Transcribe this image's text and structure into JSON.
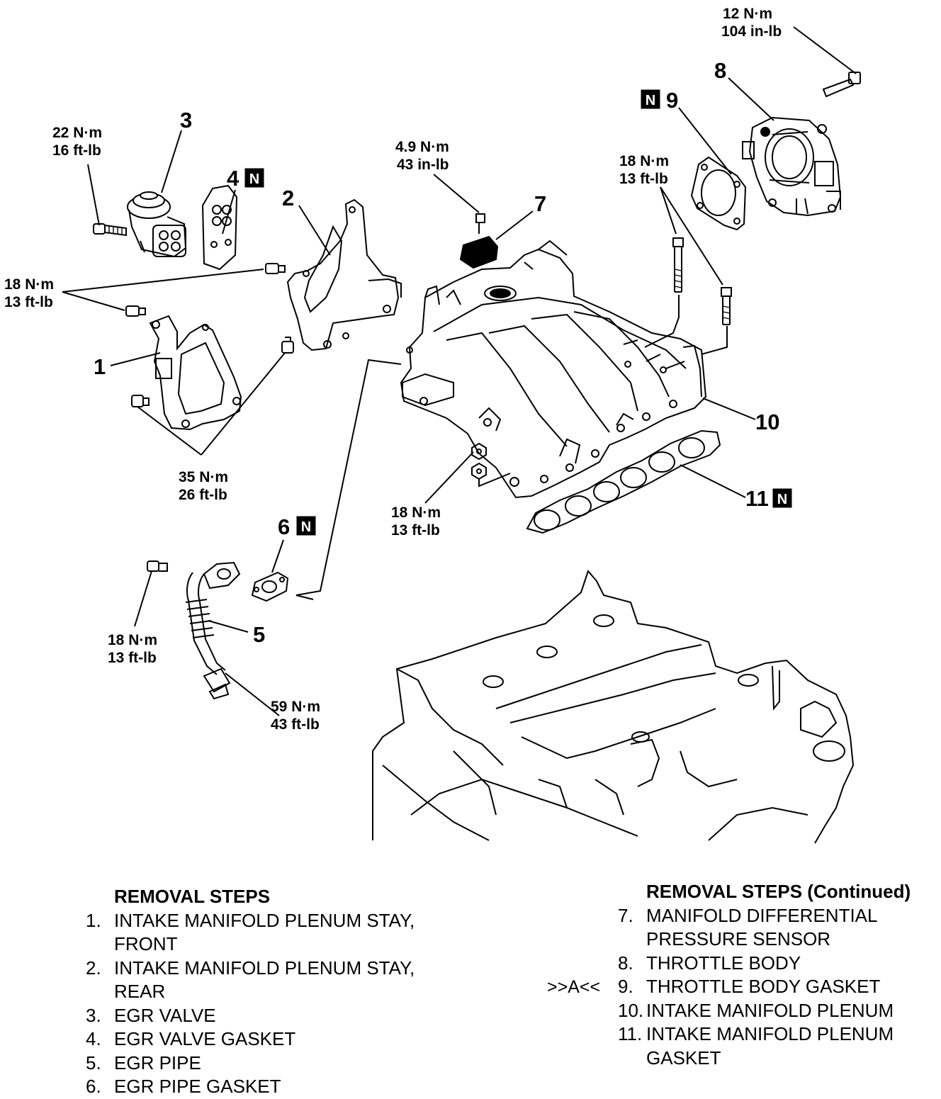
{
  "torque_specs": {
    "egr_valve_bolt": {
      "nm": "22 N·m",
      "imp": "16 ft-lb"
    },
    "plenum_stay_bolts_upper": {
      "nm": "18 N·m",
      "imp": "13 ft-lb"
    },
    "plenum_stay_bolts_lower": {
      "nm": "35 N·m",
      "imp": "26 ft-lb"
    },
    "sensor_bolt": {
      "nm": "4.9 N·m",
      "imp": "43 in-lb"
    },
    "throttle_body_bolt": {
      "nm": "12 N·m",
      "imp": "104 in-lb"
    },
    "plenum_bolts": {
      "nm": "18 N·m",
      "imp": "13 ft-lb"
    },
    "plenum_nuts": {
      "nm": "18 N·m",
      "imp": "13 ft-lb"
    },
    "egr_pipe_bolt": {
      "nm": "18 N·m",
      "imp": "13 ft-lb"
    },
    "egr_pipe_nut": {
      "nm": "59 N·m",
      "imp": "43 ft-lb"
    }
  },
  "callouts": [
    "1",
    "2",
    "3",
    "4",
    "5",
    "6",
    "7",
    "8",
    "9",
    "10",
    "11"
  ],
  "new_part_mark": "N",
  "removal_steps": {
    "heading": "REMOVAL STEPS",
    "heading_continued": "REMOVAL STEPS (Continued)",
    "reference_mark": ">>A<<",
    "left": [
      {
        "num": "1.",
        "lines": [
          "INTAKE MANIFOLD PLENUM STAY,",
          "FRONT"
        ]
      },
      {
        "num": "2.",
        "lines": [
          "INTAKE MANIFOLD PLENUM STAY,",
          "REAR"
        ]
      },
      {
        "num": "3.",
        "lines": [
          "EGR VALVE"
        ]
      },
      {
        "num": "4.",
        "lines": [
          "EGR VALVE GASKET"
        ]
      },
      {
        "num": "5.",
        "lines": [
          "EGR PIPE"
        ]
      },
      {
        "num": "6.",
        "lines": [
          "EGR PIPE GASKET"
        ]
      }
    ],
    "right": [
      {
        "num": "7.",
        "lines": [
          "MANIFOLD DIFFERENTIAL",
          "PRESSURE SENSOR"
        ]
      },
      {
        "num": "8.",
        "lines": [
          "THROTTLE BODY"
        ]
      },
      {
        "num": "9.",
        "lines": [
          "THROTTLE BODY GASKET"
        ]
      },
      {
        "num": "10.",
        "lines": [
          "INTAKE MANIFOLD PLENUM"
        ]
      },
      {
        "num": "11.",
        "lines": [
          "INTAKE MANIFOLD PLENUM",
          "GASKET"
        ]
      }
    ]
  }
}
